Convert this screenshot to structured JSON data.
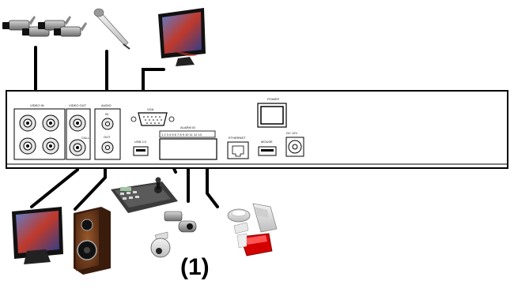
{
  "panel_labels": {
    "video_in": "VIDEO IN",
    "video_out": "VIDEO OUT",
    "video_out_sub": "CALL",
    "audio": "AUDIO",
    "audio_in": "IN",
    "audio_out": "OUT",
    "vga": "VGA",
    "alarm": "ALARM IO",
    "alarm_pins": "1 2 3 4 5 6 7 8 9 10 11 12 13",
    "usb": "USB 2.0",
    "ethernet": "ETHERNET",
    "mouse": "MOUSE",
    "power": "POWER",
    "dc": "DC 12V"
  },
  "caption": "(1)",
  "icons": [
    "cctv-camera-icon",
    "microphone-icon",
    "vga-monitor-icon",
    "video-monitor-icon",
    "speaker-icon",
    "ptz-keyboard-icon",
    "ptz-dome-camera-icon",
    "alarm-sensor-icon",
    "siren-icon"
  ]
}
